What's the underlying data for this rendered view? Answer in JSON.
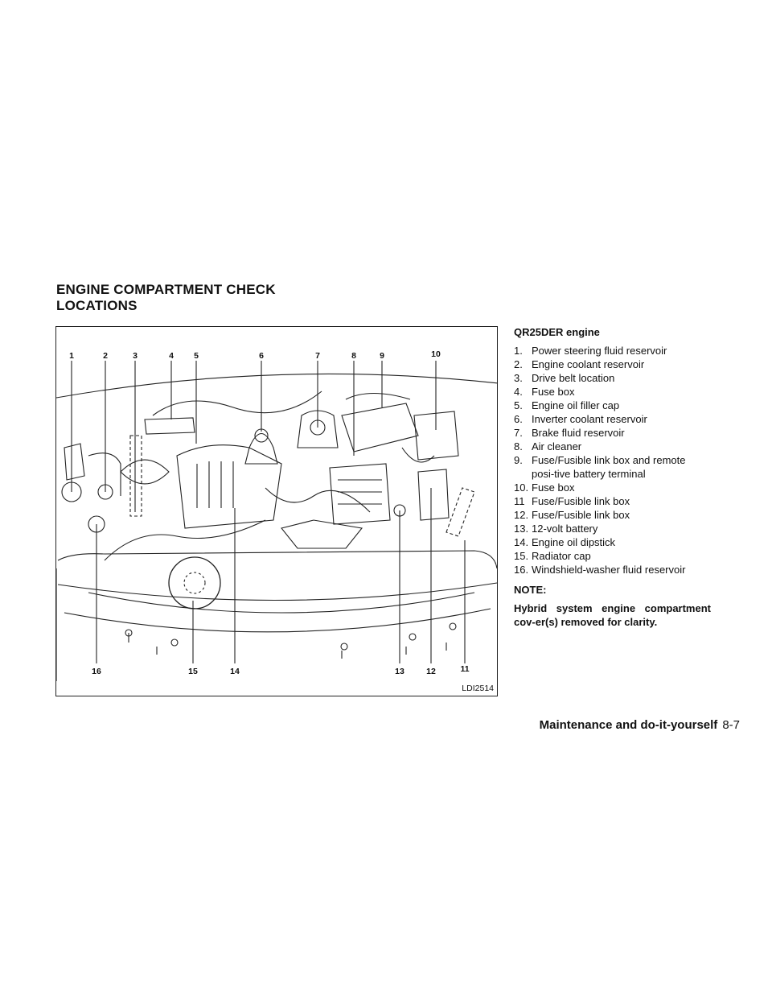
{
  "section": {
    "title_line1": "ENGINE COMPARTMENT CHECK",
    "title_line2": "LOCATIONS"
  },
  "figure": {
    "code": "LDI2514",
    "top_labels": [
      "1",
      "2",
      "3",
      "4",
      "5",
      "6",
      "7",
      "8",
      "9",
      "10"
    ],
    "bottom_labels": [
      "16",
      "15",
      "14",
      "13",
      "12",
      "11"
    ]
  },
  "content": {
    "engine_title": "QR25DER engine",
    "items": [
      {
        "num": "1.",
        "text": "Power steering fluid reservoir"
      },
      {
        "num": "2.",
        "text": "Engine coolant reservoir"
      },
      {
        "num": "3.",
        "text": "Drive belt location"
      },
      {
        "num": "4.",
        "text": "Fuse box"
      },
      {
        "num": "5.",
        "text": "Engine oil filler cap"
      },
      {
        "num": "6.",
        "text": "Inverter coolant reservoir"
      },
      {
        "num": "7.",
        "text": "Brake fluid reservoir"
      },
      {
        "num": "8.",
        "text": "Air cleaner"
      },
      {
        "num": "9.",
        "text": "Fuse/Fusible link box and remote posi-tive battery terminal"
      },
      {
        "num": "10.",
        "text": "Fuse box"
      },
      {
        "num": "11",
        "text": "Fuse/Fusible link box"
      },
      {
        "num": "12.",
        "text": "Fuse/Fusible link box"
      },
      {
        "num": "13.",
        "text": "12-volt battery"
      },
      {
        "num": "14.",
        "text": "Engine oil dipstick"
      },
      {
        "num": "15.",
        "text": "Radiator cap"
      },
      {
        "num": "16.",
        "text": "Windshield-washer fluid reservoir"
      }
    ],
    "note_label": "NOTE:",
    "note_text": "Hybrid system engine compartment cov-er(s) removed for clarity."
  },
  "footer": {
    "chapter": "Maintenance and do-it-yourself",
    "page": "8-7"
  }
}
